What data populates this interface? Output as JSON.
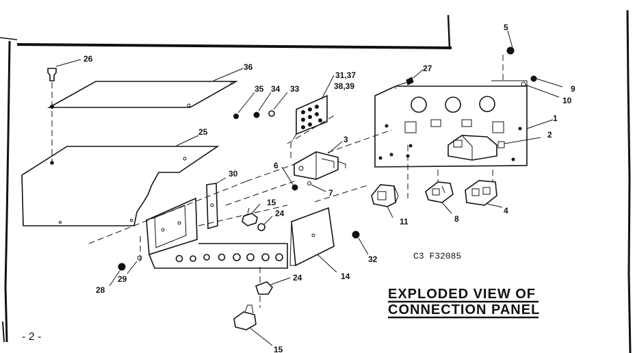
{
  "page_number": "- 2 -",
  "catalog_code": "C3    F32085",
  "title_line_1": "EXPLODED VIEW OF",
  "title_line_2": "CONNECTION PANEL",
  "callouts": {
    "c1": "1",
    "c2": "2",
    "c3": "3",
    "c4": "4",
    "c5": "5",
    "c6": "6",
    "c7": "7",
    "c8": "8",
    "c9": "9",
    "c10": "10",
    "c11": "11",
    "c14": "14",
    "c15a": "15",
    "c15b": "15",
    "c24a": "24",
    "c24b": "24",
    "c25": "25",
    "c26": "26",
    "c27": "27",
    "c28": "28",
    "c29": "29",
    "c30": "30",
    "c31_37": "31,37",
    "c38_39": "38,39",
    "c32": "32",
    "c33": "33",
    "c34": "34",
    "c35": "35",
    "c36": "36"
  }
}
